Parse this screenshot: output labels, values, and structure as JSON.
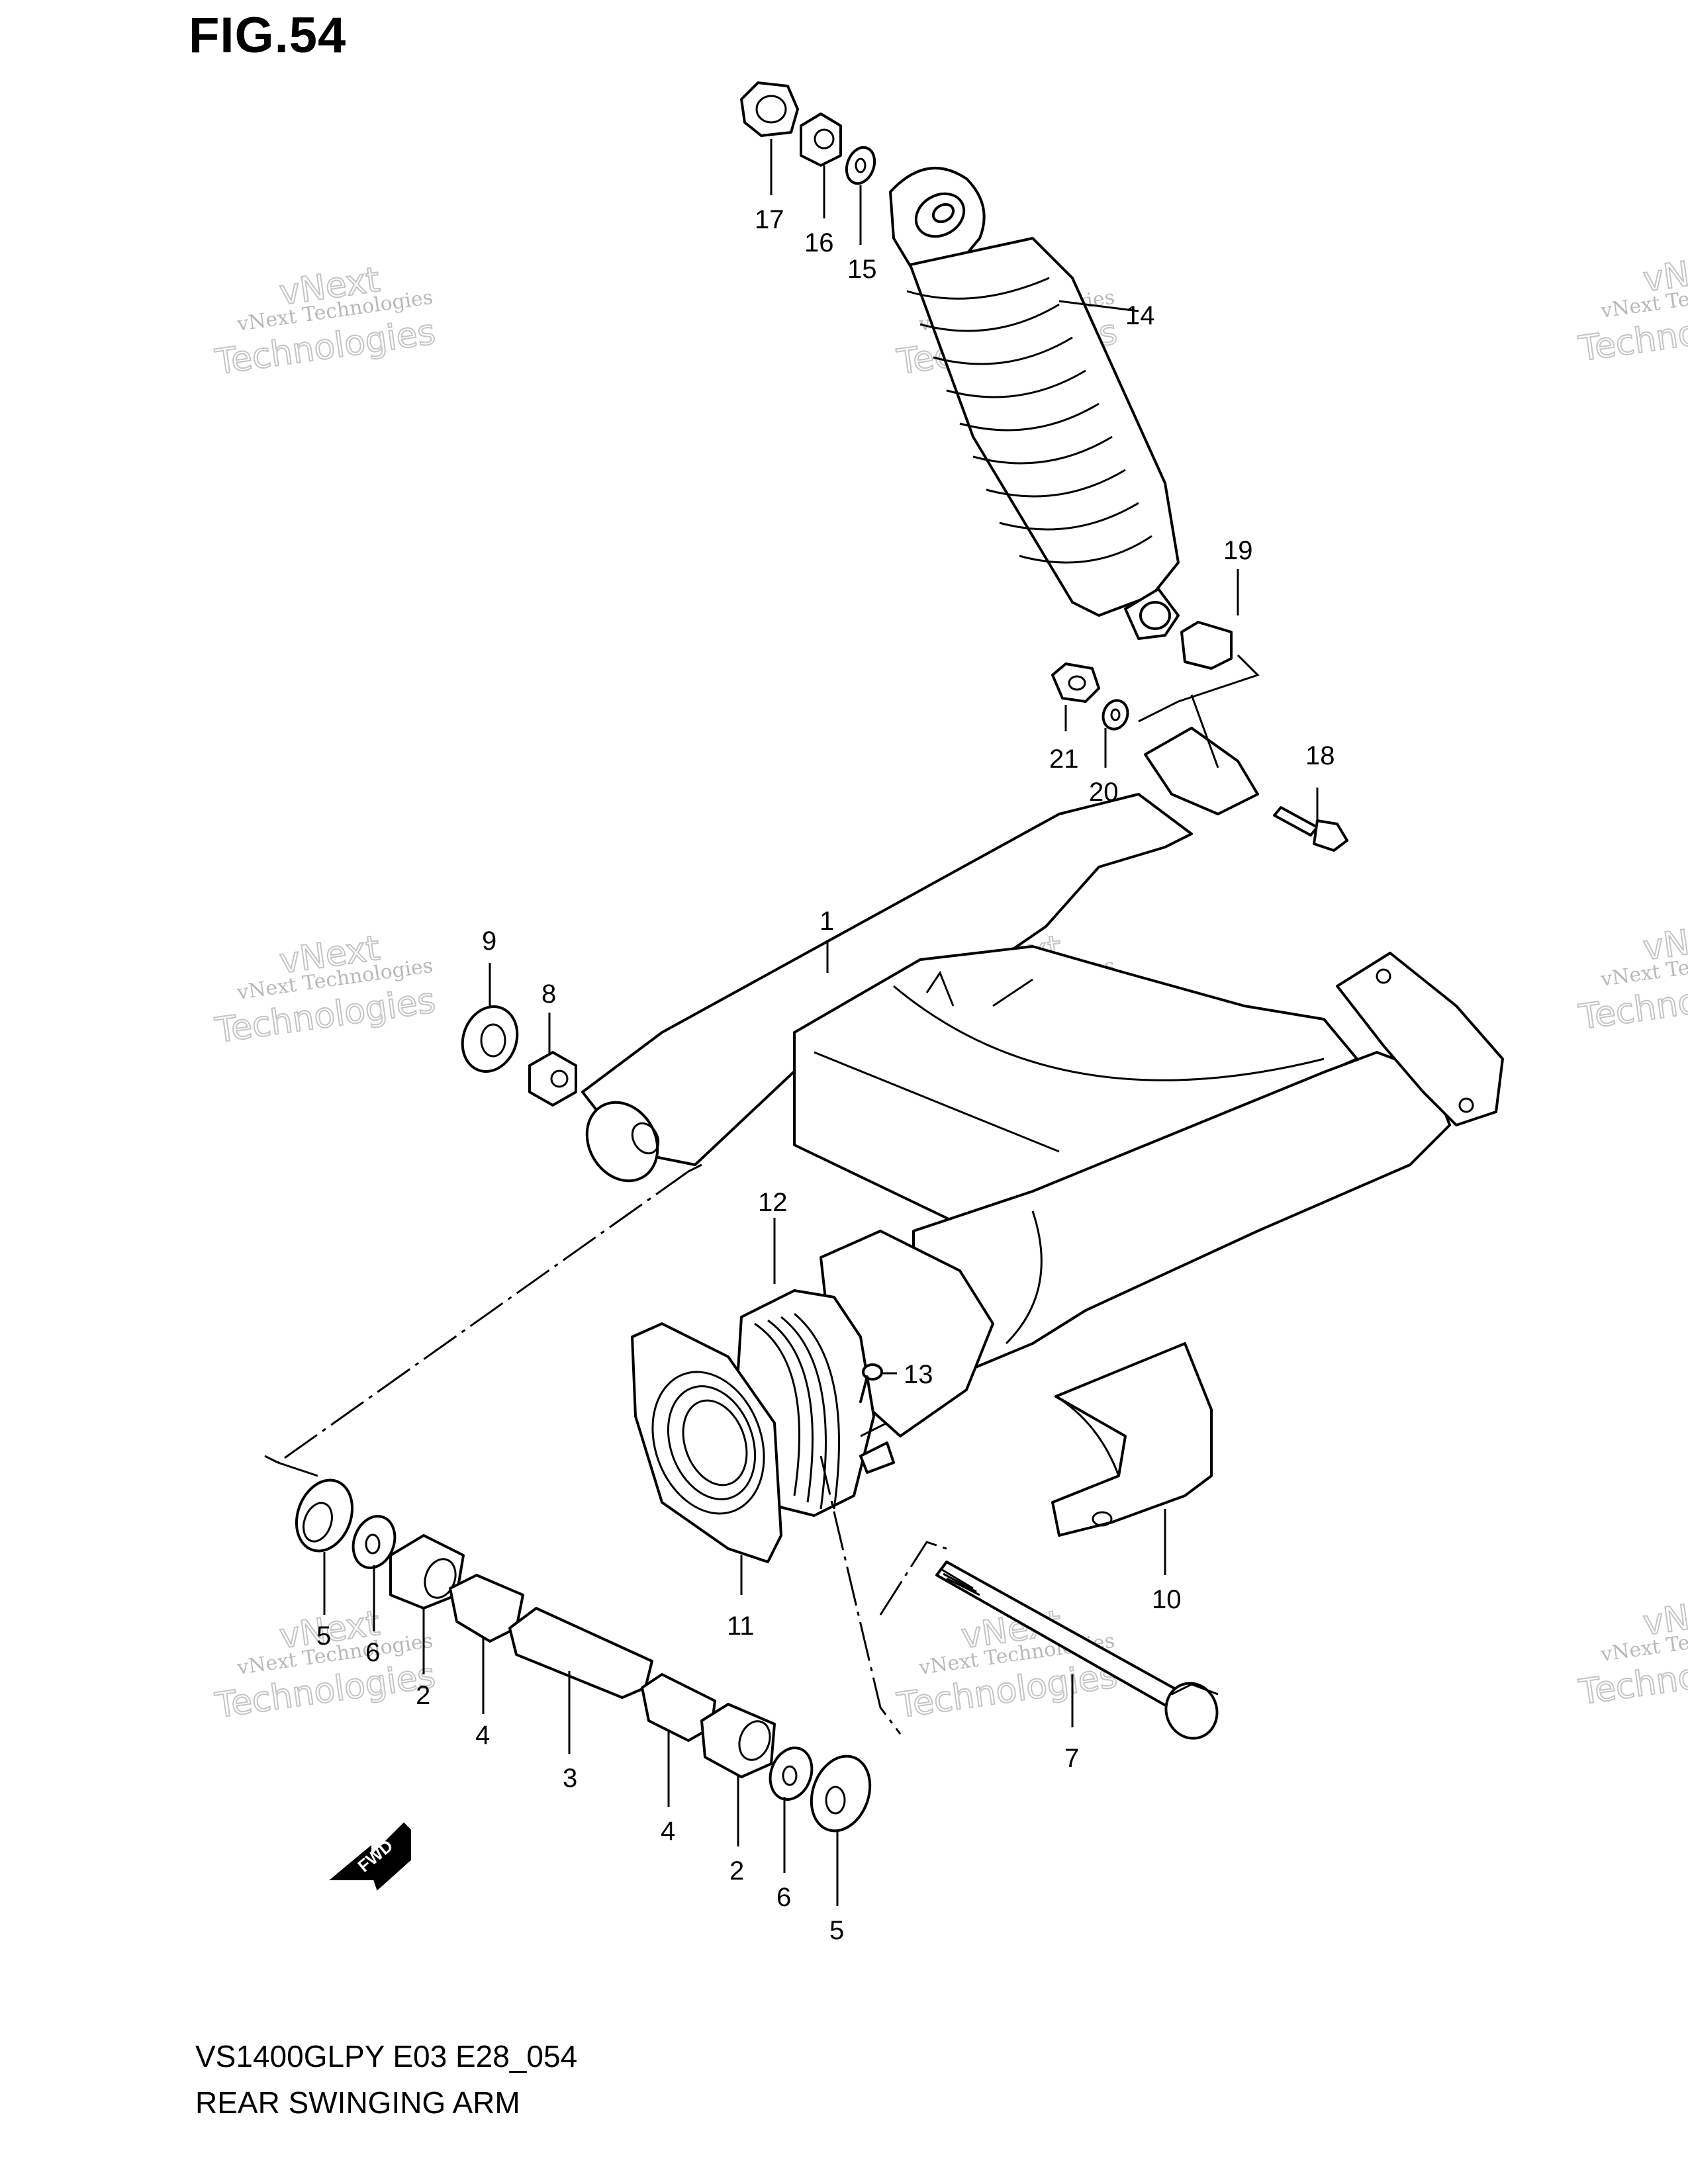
{
  "figure": {
    "title": "FIG.54",
    "code": "VS1400GLPY E03 E28_054",
    "name": "REAR SWINGING ARM"
  },
  "watermark": {
    "line1": "vNext Technologies",
    "line2": "vNext",
    "line3": "Technologies"
  },
  "fwd_label": "FWD",
  "callouts": {
    "c1": "1",
    "c2a": "2",
    "c2b": "2",
    "c3": "3",
    "c4a": "4",
    "c4b": "4",
    "c5a": "5",
    "c5b": "5",
    "c6a": "6",
    "c6b": "6",
    "c7": "7",
    "c8": "8",
    "c9": "9",
    "c10": "10",
    "c11": "11",
    "c12": "12",
    "c13": "13",
    "c14": "14",
    "c15": "15",
    "c16": "16",
    "c17": "17",
    "c18": "18",
    "c19": "19",
    "c20": "20",
    "c21": "21"
  }
}
